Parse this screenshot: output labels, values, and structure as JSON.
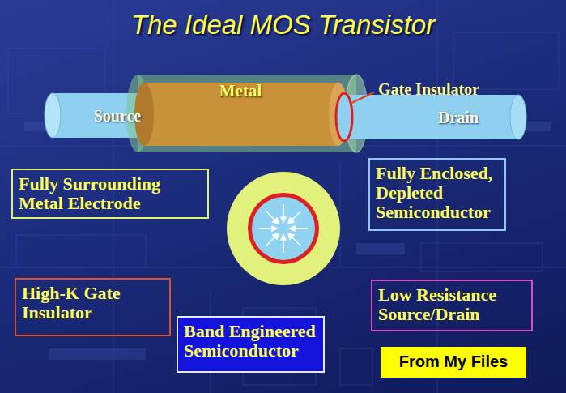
{
  "diagram": {
    "title": "The Ideal MOS Transistor",
    "nodes": [
      {
        "text": [
          "Fully Surrounding Metal Electrode"
        ]
      },
      {
        "text": [
          "Fully Enclosed, Depleted Semiconductor"
        ]
      },
      {
        "text": [
          "High-K Gate Insulator"
        ]
      },
      {
        "text": [
          "Low Resistance Source/Drain"
        ]
      },
      {
        "text": [
          "Band Engineered Semiconductor"
        ]
      },
      {
        "text": [
          "From My Files"
        ]
      }
    ],
    "labels": [
      "Source",
      "Metal",
      "Drain",
      "Gate Insulator"
    ]
  }
}
